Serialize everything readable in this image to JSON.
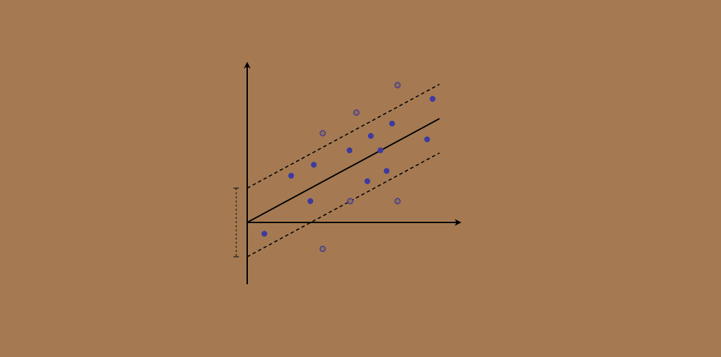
{
  "colors": {
    "background": "#a57a52",
    "axis": "#000000",
    "point_fill": "#3d3aa0",
    "point_hollow_fill": "#8e6d5c",
    "point_hollow_stroke": "#4b3f8e"
  },
  "diagram": {
    "kind": "support vector regression illustration",
    "epsilon": 1.0,
    "regression_line": {
      "slope": 0.54,
      "intercept": 0.0,
      "style": "solid"
    },
    "margin_lines": {
      "offset": 1.0,
      "style": "dashed"
    },
    "x_range": [
      0,
      5.6
    ],
    "y_range": [
      -1.8,
      4.6
    ],
    "points_inside": [
      {
        "x": 0.5,
        "y": -0.33
      },
      {
        "x": 1.28,
        "y": 1.36
      },
      {
        "x": 1.94,
        "y": 1.68
      },
      {
        "x": 1.84,
        "y": 0.62
      },
      {
        "x": 2.98,
        "y": 2.1
      },
      {
        "x": 3.6,
        "y": 2.52
      },
      {
        "x": 3.88,
        "y": 2.1
      },
      {
        "x": 4.22,
        "y": 2.88
      },
      {
        "x": 3.5,
        "y": 1.2
      },
      {
        "x": 4.06,
        "y": 1.5
      },
      {
        "x": 5.24,
        "y": 2.42
      },
      {
        "x": 5.4,
        "y": 3.6
      }
    ],
    "points_outside": [
      {
        "x": 2.2,
        "y": 2.6
      },
      {
        "x": 3.18,
        "y": 3.2
      },
      {
        "x": 4.38,
        "y": 4.0
      },
      {
        "x": 3.0,
        "y": 0.62
      },
      {
        "x": 4.38,
        "y": 0.62
      },
      {
        "x": 2.2,
        "y": -0.77
      }
    ]
  }
}
